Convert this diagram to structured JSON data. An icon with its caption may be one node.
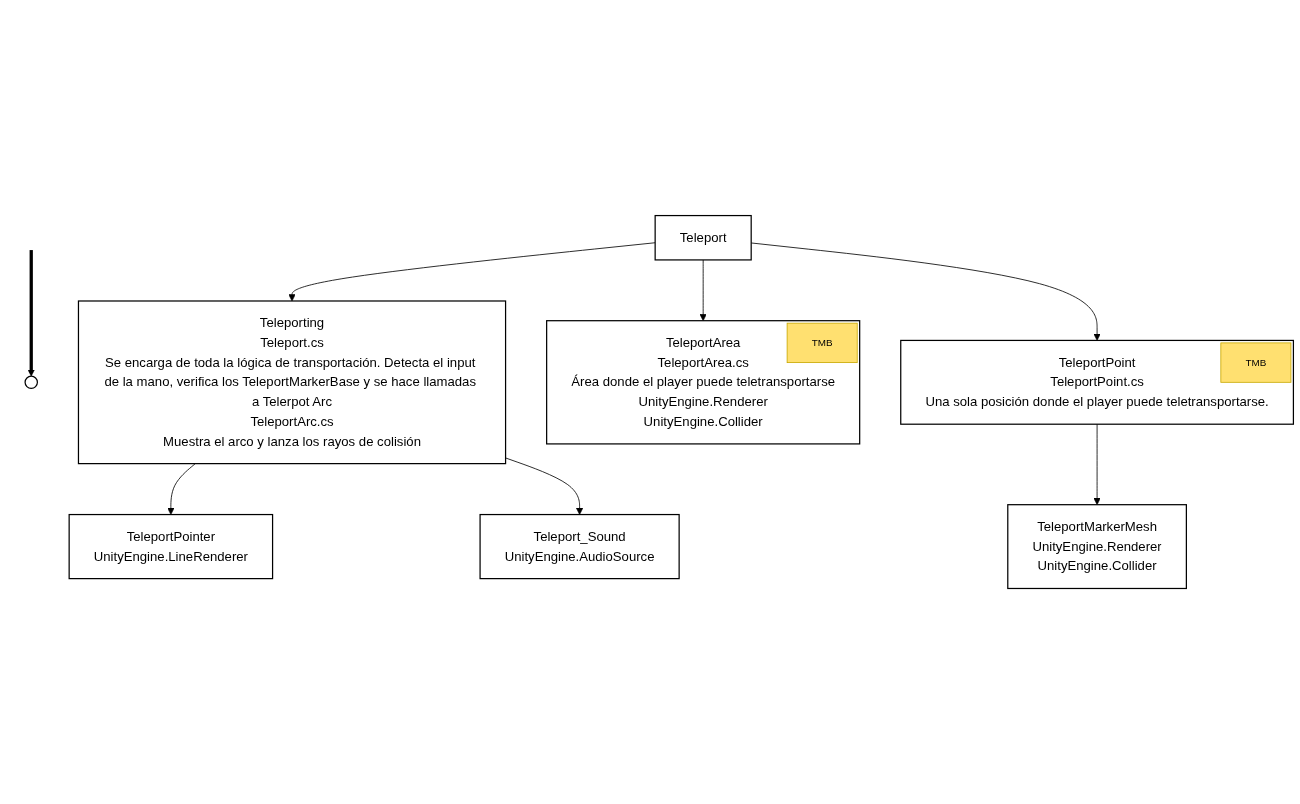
{
  "diagram": {
    "nodes": [
      {
        "text": [
          "Teleport"
        ]
      },
      {
        "text": [
          "Teleporting",
          "Teleport.cs",
          "Se encarga de toda la lógica de transportación. Detecta el input de la mano, verifica los TeleportMarkerBase y se hace llamadas a Telerpot Arc",
          "TeleportArc.cs",
          "Muestra el arco y lanza los rayos de colisión"
        ]
      },
      {
        "text": [],
        "shape": "circle"
      },
      {
        "text": [
          "TeleportArea",
          "TeleportArea.cs",
          "Área donde el player puede teletransportarse",
          "UnityEngine.Renderer",
          "UnityEngine.Collider"
        ]
      },
      {
        "text": [
          "TMB"
        ],
        "in": 3
      },
      {
        "text": [
          "TeleportPoint",
          "TeleportPoint.cs",
          "Una sola posición donde el player puede teletransportarse."
        ]
      },
      {
        "text": [
          "TMB"
        ],
        "in": 5
      },
      {
        "text": [
          "TeleportPointer",
          "UnityEngine.LineRenderer"
        ]
      },
      {
        "text": [
          "Teleport_Sound",
          "UnityEngine.AudioSource"
        ]
      },
      {
        "text": [
          "TeleportMarkerMesh",
          "UnityEngine.Renderer",
          "UnityEngine.Collider"
        ]
      }
    ],
    "edges": [
      {
        "from": 0,
        "to": 1,
        "arrow": "to"
      },
      {
        "from": 0,
        "to": 3,
        "arrow": "to"
      },
      {
        "from": 0,
        "to": 5,
        "arrow": "to"
      },
      {
        "from": 1,
        "to": 7,
        "arrow": "to"
      },
      {
        "from": 1,
        "to": 8,
        "arrow": "to"
      },
      {
        "from": 5,
        "to": 9,
        "arrow": "to"
      },
      {
        "from": null,
        "to": 2,
        "arrow": "to",
        "style": "thick"
      }
    ]
  }
}
